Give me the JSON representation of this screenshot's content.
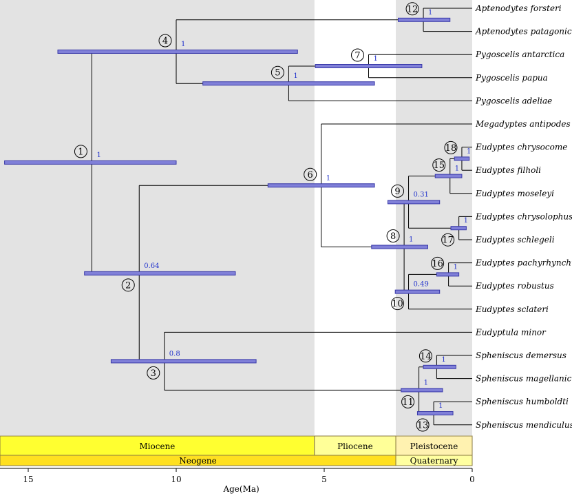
{
  "chart_data": {
    "type": "time-calibrated phylogeny",
    "axis": {
      "xlabel": "Age(Ma)",
      "ticks": [
        15,
        10,
        5,
        0
      ],
      "xlim": [
        16,
        0
      ]
    },
    "colors": {
      "shade": "#e3e3e3",
      "bar_fill": "#8080d8",
      "bar_stroke": "#3838a8",
      "support_text": "#2233cc",
      "epoch_fill": "#ffff30",
      "pliocene_fill": "#ffff98",
      "pleistocene_fill": "#fff2b0",
      "neogene_fill": "#ffe020",
      "quaternary_fill": "#ffffa0"
    },
    "shaded_intervals": [
      [
        16,
        5.33
      ],
      [
        2.58,
        0
      ]
    ],
    "tips": [
      "Aptenodytes forsteri",
      "Aptenodytes patagonicus",
      "Pygoscelis antarctica",
      "Pygoscelis papua",
      "Pygoscelis adeliae",
      "Megadyptes antipodes",
      "Eudyptes chrysocome",
      "Eudyptes filholi",
      "Eudyptes moseleyi",
      "Eudyptes chrysolophus",
      "Eudyptes schlegeli",
      "Eudyptes pachyrhynchus",
      "Eudyptes robustus",
      "Eudyptes sclateri",
      "Eudyptula minor",
      "Spheniscus demersus",
      "Spheniscus magellanicus",
      "Spheniscus humboldti",
      "Spheniscus mendiculus"
    ],
    "nodes": [
      {
        "id": "1",
        "age": 12.85,
        "hpd": [
          15.8,
          10.0
        ],
        "support": "1",
        "children": [
          "4",
          "2"
        ],
        "label_pos": "above"
      },
      {
        "id": "4",
        "age": 10.0,
        "hpd": [
          14.0,
          5.9
        ],
        "support": "1",
        "children": [
          "12",
          "5"
        ],
        "label_pos": "above"
      },
      {
        "id": "12",
        "age": 1.65,
        "hpd": [
          2.5,
          0.75
        ],
        "support": "1",
        "children": [
          "t0",
          "t1"
        ],
        "label_pos": "above"
      },
      {
        "id": "5",
        "age": 6.2,
        "hpd": [
          9.1,
          3.3
        ],
        "support": "1",
        "children": [
          "7",
          "t4"
        ],
        "label_pos": "above"
      },
      {
        "id": "7",
        "age": 3.5,
        "hpd": [
          5.3,
          1.7
        ],
        "support": "1",
        "children": [
          "t2",
          "t3"
        ],
        "label_pos": "above"
      },
      {
        "id": "2",
        "age": 11.25,
        "hpd": [
          13.1,
          8.0
        ],
        "support": "0.64",
        "children": [
          "6",
          "3"
        ],
        "label_pos": "below"
      },
      {
        "id": "6",
        "age": 5.1,
        "hpd": [
          6.9,
          3.3
        ],
        "support": "1",
        "children": [
          "t5",
          "8"
        ],
        "label_pos": "above"
      },
      {
        "id": "8",
        "age": 2.3,
        "hpd": [
          3.4,
          1.5
        ],
        "support": "1",
        "children": [
          "9",
          "10"
        ],
        "label_pos": "above"
      },
      {
        "id": "9",
        "age": 2.15,
        "hpd": [
          2.85,
          1.1
        ],
        "support": "0.31",
        "children": [
          "15",
          "17"
        ],
        "label_pos": "above"
      },
      {
        "id": "15",
        "age": 0.75,
        "hpd": [
          1.25,
          0.35
        ],
        "support": "1",
        "children": [
          "18",
          "t8"
        ],
        "label_pos": "above"
      },
      {
        "id": "18",
        "age": 0.35,
        "hpd": [
          0.6,
          0.1
        ],
        "support": "1",
        "children": [
          "t6",
          "t7"
        ],
        "label_pos": "above"
      },
      {
        "id": "17",
        "age": 0.45,
        "hpd": [
          0.72,
          0.2
        ],
        "support": "1",
        "children": [
          "t9",
          "t10"
        ],
        "label_pos": "below"
      },
      {
        "id": "10",
        "age": 2.15,
        "hpd": [
          2.6,
          1.1
        ],
        "support": "0.49",
        "children": [
          "16",
          "t13"
        ],
        "label_pos": "below"
      },
      {
        "id": "16",
        "age": 0.8,
        "hpd": [
          1.2,
          0.45
        ],
        "support": "1",
        "children": [
          "t11",
          "t12"
        ],
        "label_pos": "above"
      },
      {
        "id": "3",
        "age": 10.4,
        "hpd": [
          12.2,
          7.3
        ],
        "support": "0.8",
        "children": [
          "t14",
          "11"
        ],
        "label_pos": "below"
      },
      {
        "id": "11",
        "age": 1.8,
        "hpd": [
          2.4,
          1.0
        ],
        "support": "1",
        "children": [
          "14",
          "13"
        ],
        "label_pos": "below"
      },
      {
        "id": "14",
        "age": 1.2,
        "hpd": [
          1.65,
          0.55
        ],
        "support": "1",
        "children": [
          "t15",
          "t16"
        ],
        "label_pos": "above"
      },
      {
        "id": "13",
        "age": 1.3,
        "hpd": [
          1.85,
          0.65
        ],
        "support": "1",
        "children": [
          "t17",
          "t18"
        ],
        "label_pos": "below"
      }
    ],
    "epochs": [
      {
        "name": "Miocene",
        "start": 16,
        "end": 5.33
      },
      {
        "name": "Pliocene",
        "start": 5.33,
        "end": 2.58
      },
      {
        "name": "Pleistocene",
        "start": 2.58,
        "end": 0
      }
    ],
    "periods": [
      {
        "name": "Neogene",
        "start": 16,
        "end": 2.58
      },
      {
        "name": "Quaternary",
        "start": 2.58,
        "end": 0
      }
    ]
  }
}
